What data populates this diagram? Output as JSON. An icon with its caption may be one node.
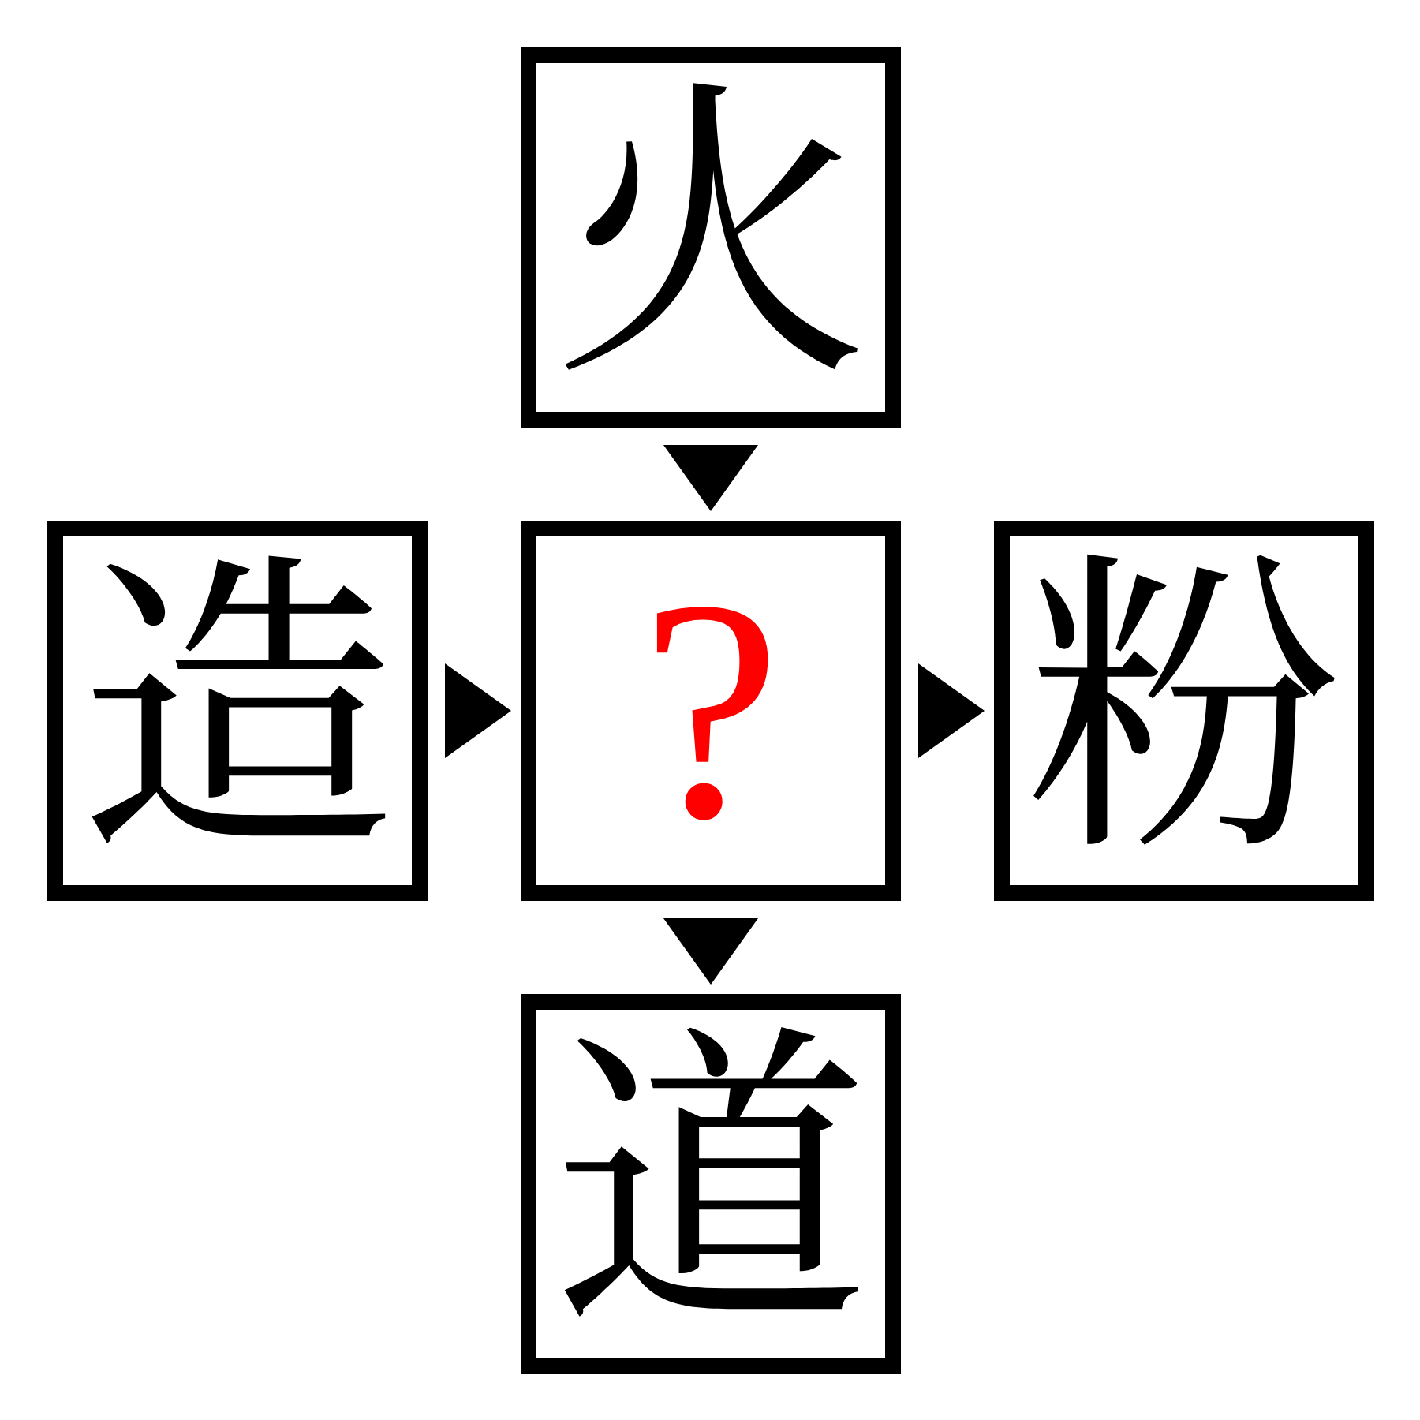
{
  "diagram": {
    "nodes": [
      {
        "text": [
          "火"
        ]
      },
      {
        "text": [
          "造"
        ]
      },
      {
        "text": [
          "?"
        ]
      },
      {
        "text": [
          "粉"
        ]
      },
      {
        "text": [
          "道"
        ]
      }
    ],
    "edges": [
      {
        "from": 0,
        "to": 2,
        "arrow": "to"
      },
      {
        "from": 1,
        "to": 2,
        "arrow": "to"
      },
      {
        "from": 2,
        "to": 3,
        "arrow": "to"
      },
      {
        "from": 2,
        "to": 4,
        "arrow": "to"
      }
    ]
  }
}
